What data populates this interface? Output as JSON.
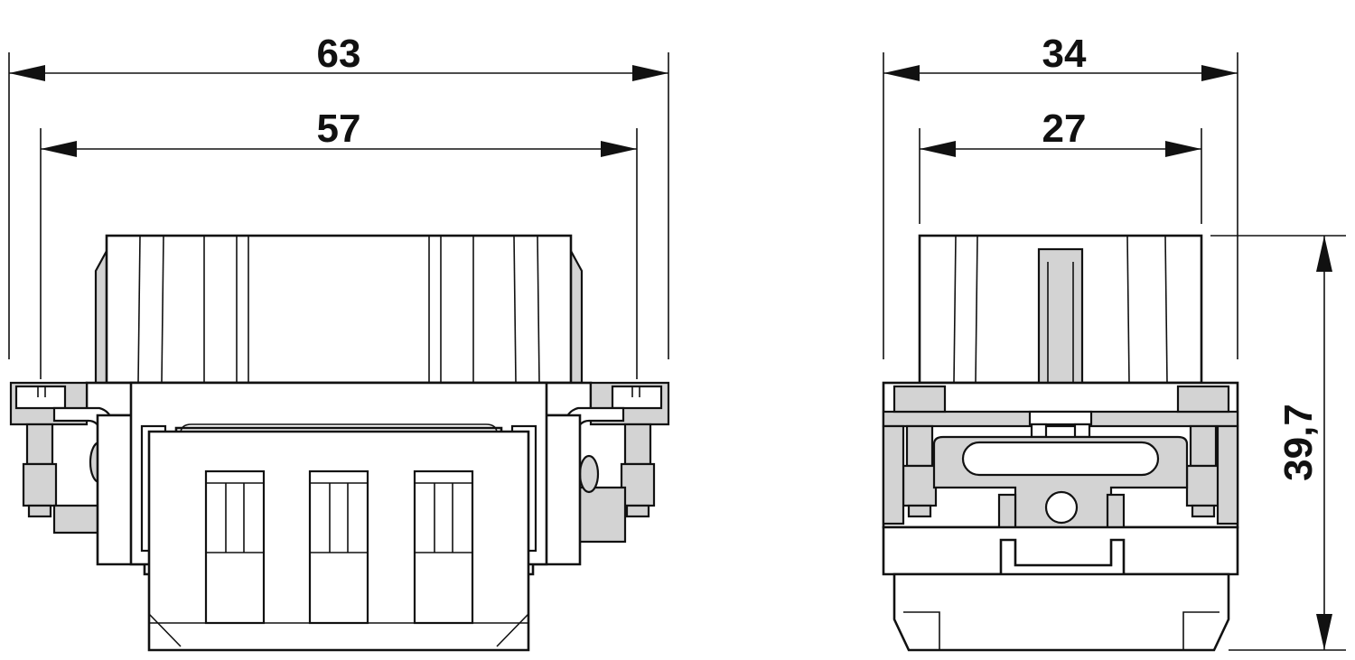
{
  "drawing": {
    "front_view": {
      "overall_width": "63",
      "inner_width": "57"
    },
    "side_view": {
      "overall_width": "34",
      "inner_width": "27",
      "height": "39,7"
    }
  },
  "colors": {
    "line": "#111111",
    "fill_grey": "#d3d3d3",
    "background": "#ffffff"
  }
}
